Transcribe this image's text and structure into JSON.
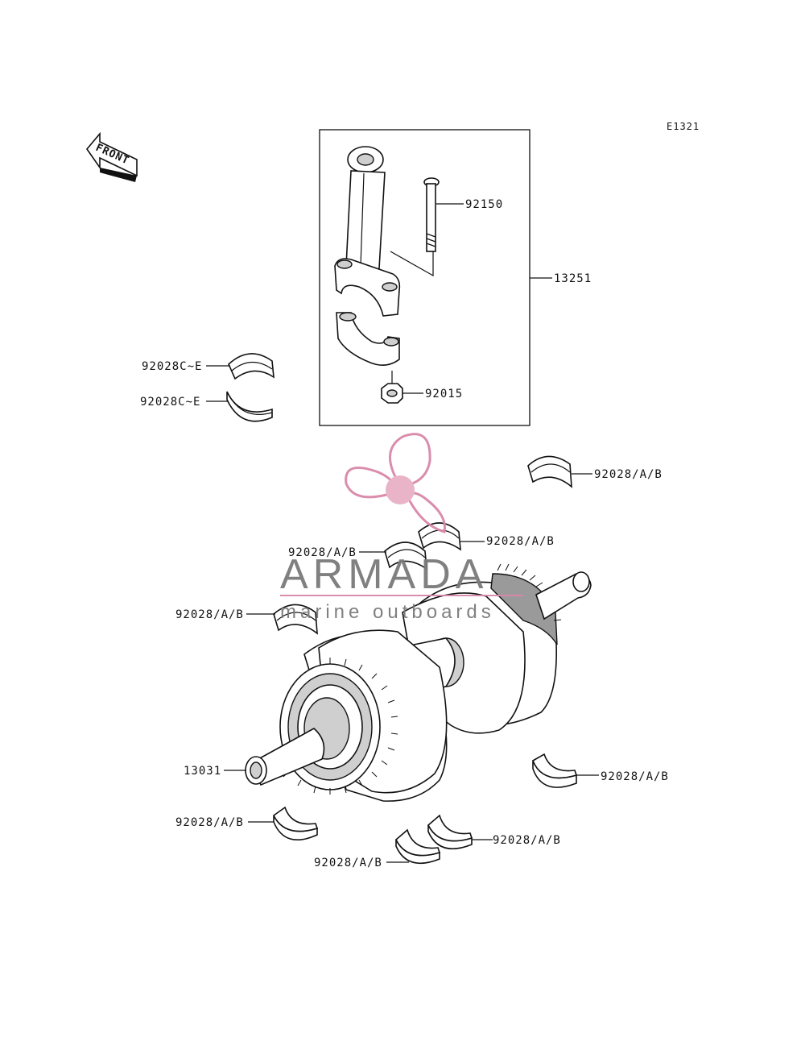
{
  "diagram_code": "E1321",
  "front_arrow_label": "FRONT",
  "labels": {
    "bolt": "92150",
    "con_rod_assembly": "13251",
    "nut": "92015",
    "rod_bearing_upper": "92028C~E",
    "rod_bearing_lower": "92028C~E",
    "main_bearing_top_right": "92028/A/B",
    "main_bearing_mid_right": "92028/A/B",
    "main_bearing_mid_left": "92028/A/B",
    "main_bearing_left": "92028/A/B",
    "crankshaft": "13031",
    "main_bearing_lower_right": "92028/A/B",
    "main_bearing_bottom_left": "92028/A/B",
    "main_bearing_bottom_center": "92028/A/B",
    "main_bearing_bottom_mid": "92028/A/B"
  },
  "watermark": {
    "brand": "ARMADA",
    "tagline": "marine outboards",
    "accent_color": "#d987a8",
    "text_color": "#7a7a7a"
  }
}
